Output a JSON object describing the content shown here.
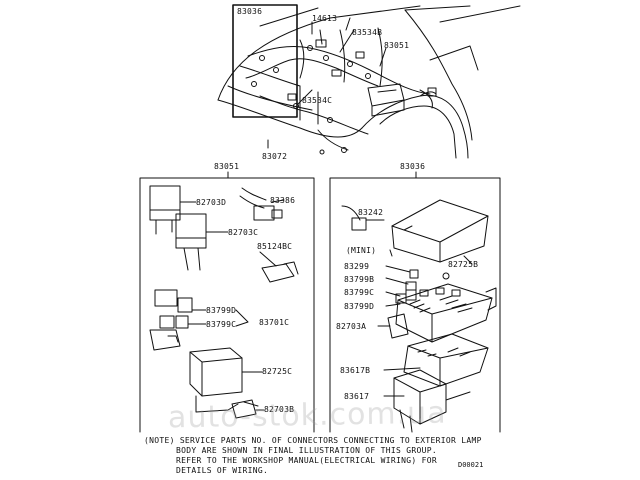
{
  "top_callouts": {
    "c83036": "83036",
    "c14613": "14613",
    "c83534B": "83534B",
    "c83051": "83051",
    "c83534C": "83534C",
    "c83072": "83072"
  },
  "left_panel": {
    "header": "83051",
    "items": {
      "p82703D": "82703D",
      "p83386": "83386",
      "p82703C": "82703C",
      "p85124BC": "85124BC",
      "p83799D": "83799D",
      "p83701C": "83701C",
      "p83799C": "83799C",
      "p82725C": "82725C",
      "p82703B": "82703B"
    }
  },
  "right_panel": {
    "header": "83036",
    "items": {
      "p83242": "83242",
      "mini": "(MINI)",
      "p83299": "83299",
      "p82725B": "82725B",
      "p83799B": "83799B",
      "p83799C": "83799C",
      "p83799D": "83799D",
      "p82703A": "82703A",
      "p83617B": "83617B",
      "p83617": "83617"
    }
  },
  "note": {
    "line1": "(NOTE)  SERVICE PARTS NO. OF CONNECTORS CONNECTING TO EXTERIOR LAMP",
    "line2": "BODY ARE SHOWN IN FINAL ILLUSTRATION OF THIS GROUP.",
    "line3": "REFER TO THE WORKSHOP MANUAL(ELECTRICAL WIRING) FOR",
    "line4": "DETAILS OF WIRING."
  },
  "drawing_code": "D00021",
  "watermark": "auto-stok.com.ua",
  "colors": {
    "ink": "#111111",
    "paper": "#ffffff",
    "watermark": "#969696"
  }
}
